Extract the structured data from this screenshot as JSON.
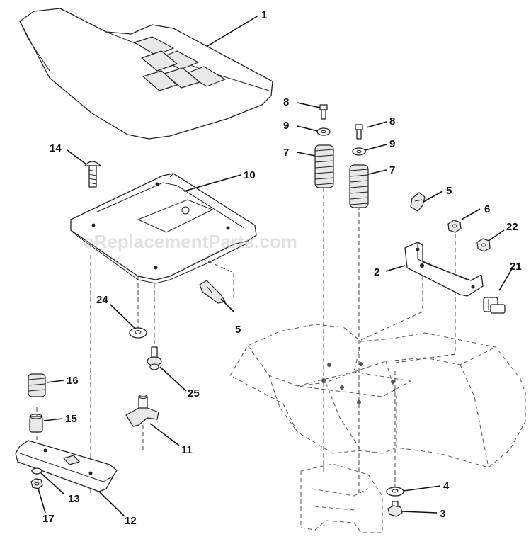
{
  "watermark": "eReplacementParts.com",
  "callouts": {
    "seat": "1",
    "seat_pan": "10",
    "carriage_bolt": "14",
    "bolt_8_left": "8",
    "washer_9_left": "9",
    "spring_7_left": "7",
    "bolt_8_right": "8",
    "washer_9_right": "9",
    "spring_7_right": "7",
    "clip_5_upper": "5",
    "nut_6": "6",
    "nut_22": "22",
    "bracket_2": "2",
    "bolt_21": "21",
    "clip_5_lower": "5",
    "washer_24": "24",
    "bolt_25": "25",
    "spring_16": "16",
    "spacer_15": "15",
    "knob_11": "11",
    "washer_13": "13",
    "nut_17": "17",
    "plate_12": "12",
    "washer_4": "4",
    "bolt_3": "3"
  }
}
